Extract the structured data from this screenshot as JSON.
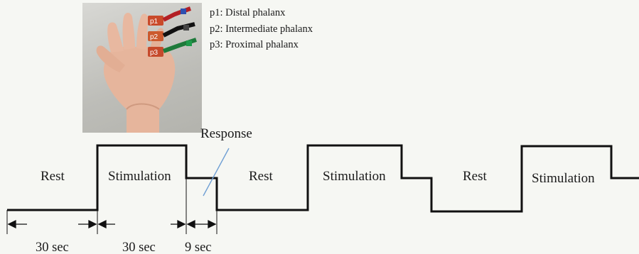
{
  "photo": {
    "sensor_tags": [
      "p1",
      "p2",
      "p3"
    ]
  },
  "phalanx_legend": [
    "p1: Distal  phalanx",
    "p2: Intermediate  phalanx",
    "p3: Proximal  phalanx"
  ],
  "diagram": {
    "response_label": "Response",
    "segments": [
      {
        "label": "Rest"
      },
      {
        "label": "Stimulation"
      },
      {
        "label": "Rest"
      },
      {
        "label": "Stimulation"
      },
      {
        "label": "Rest"
      },
      {
        "label": "Stimulation"
      }
    ],
    "durations": [
      "30 sec",
      "30 sec",
      "9 sec"
    ],
    "colors": {
      "line": "#111111",
      "response_pointer": "#6f9fd4"
    }
  }
}
